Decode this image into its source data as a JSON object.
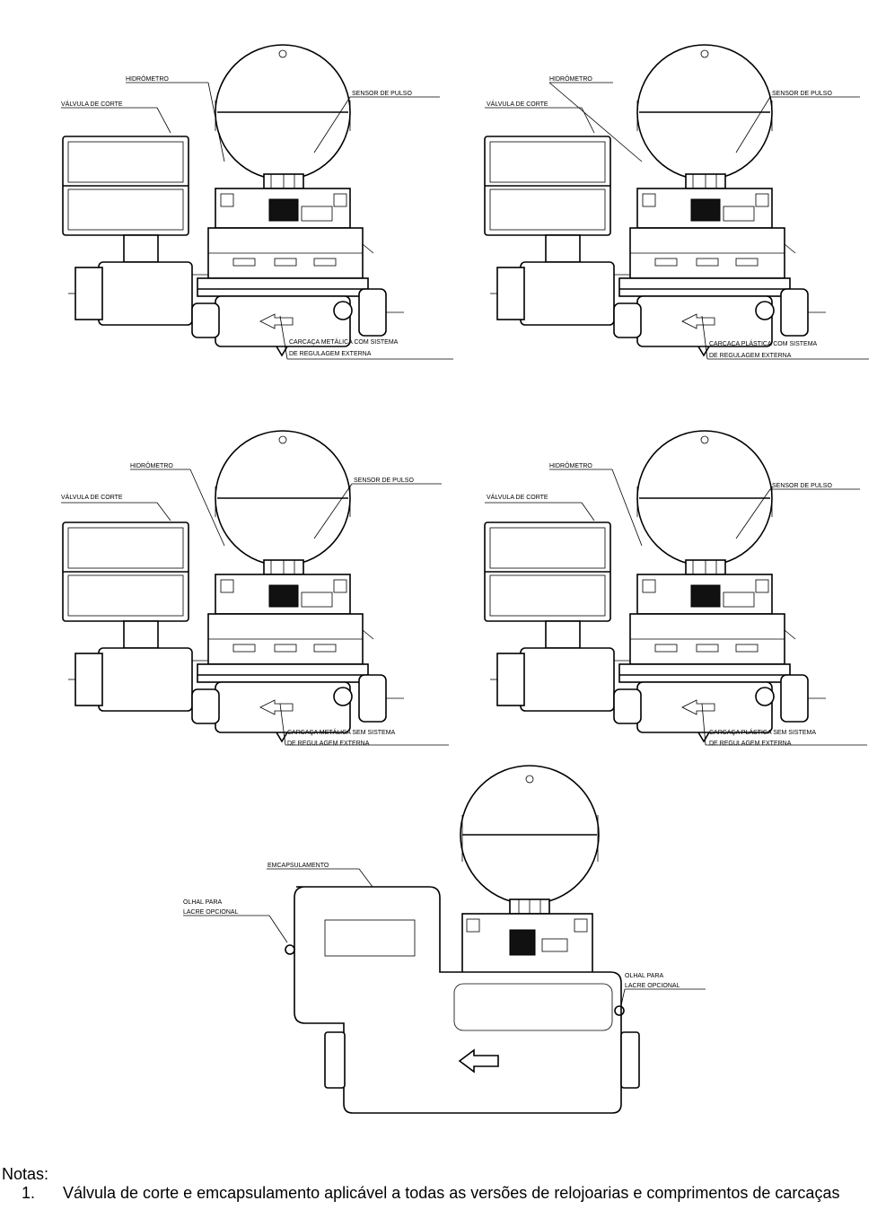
{
  "views": [
    {
      "valvula": "VÁLVULA DE CORTE",
      "hidrometro": "HIDRÔMETRO",
      "sensor": "SENSOR DE PULSO",
      "carcaca_line1": "CARCAÇA METÁLICA COM SISTEMA",
      "carcaca_line2": "DE REGULAGEM EXTERNA"
    },
    {
      "valvula": "VÁLVULA DE CORTE",
      "hidrometro": "HIDRÔMETRO",
      "sensor": "SENSOR DE PULSO",
      "carcaca_line1": "CARCAÇA PLÁSTICA COM SISTEMA",
      "carcaca_line2": "DE REGULAGEM EXTERNA"
    },
    {
      "valvula": "VÁLVULA DE CORTE",
      "hidrometro": "HIDRÔMETRO",
      "sensor": "SENSOR DE PULSO",
      "carcaca_line1": "CARCAÇA METÁLICA SEM SISTEMA",
      "carcaca_line2": "DE REGULAGEM EXTERNA"
    },
    {
      "valvula": "VÁLVULA DE CORTE",
      "hidrometro": "HIDRÔMETRO",
      "sensor": "SENSOR DE PULSO",
      "carcaca_line1": "CARCAÇA PLÁSTICA SEM SISTEMA",
      "carcaca_line2": "DE REGULAGEM EXTERNA"
    }
  ],
  "enclosure": {
    "title": "EMCAPSULAMENTO",
    "olhal_left_line1": "OLHAL PARA",
    "olhal_left_line2": "LACRE OPCIONAL",
    "olhal_right_line1": "OLHAL PARA",
    "olhal_right_line2": "LACRE OPCIONAL"
  },
  "notes": {
    "title": "Notas:",
    "items": [
      {
        "number": "1.",
        "text": "Válvula de corte e emcapsulamento aplicável a todas as versões de relojoarias e comprimentos de carcaças"
      }
    ]
  }
}
